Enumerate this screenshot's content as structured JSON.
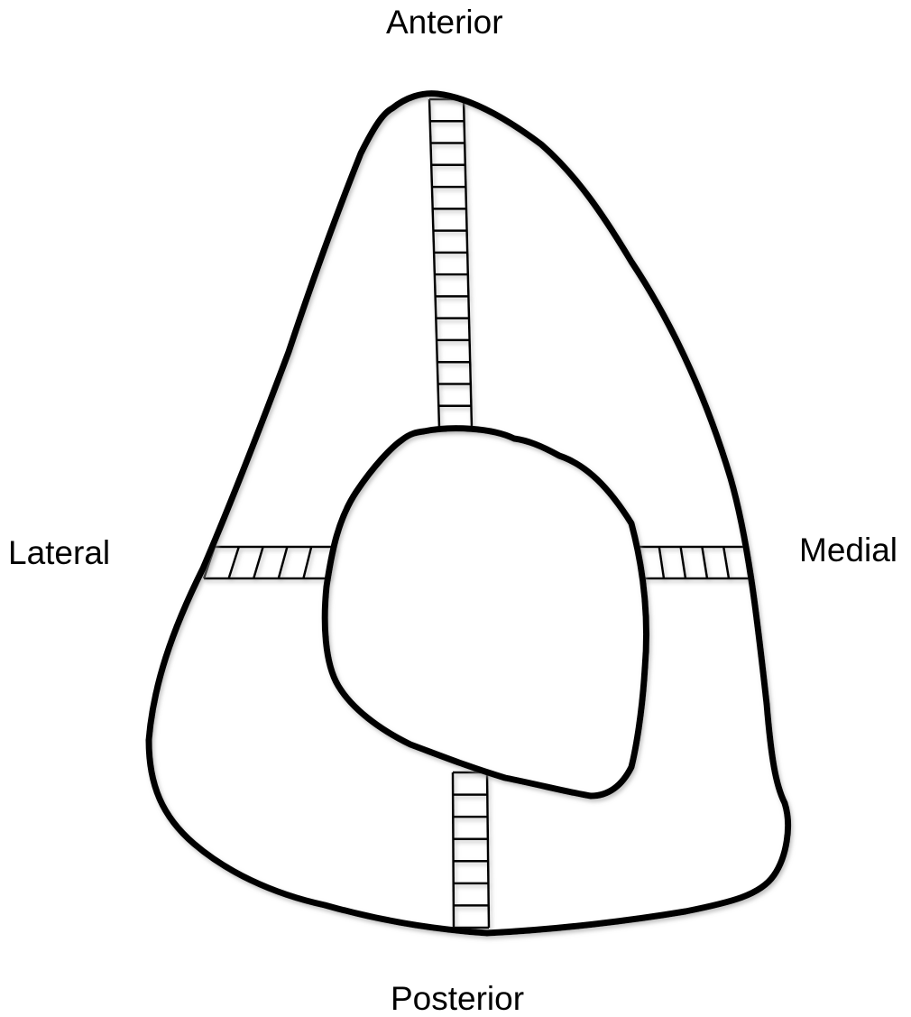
{
  "labels": {
    "anterior": "Anterior",
    "posterior": "Posterior",
    "lateral": "Lateral",
    "medial": "Medial"
  },
  "colors": {
    "stroke": "#000000",
    "background": "#ffffff",
    "shadow": "#9a9a9a"
  },
  "rungs": {
    "anterior": 15,
    "posterior": 7,
    "lateral": 5,
    "medial": 5
  }
}
